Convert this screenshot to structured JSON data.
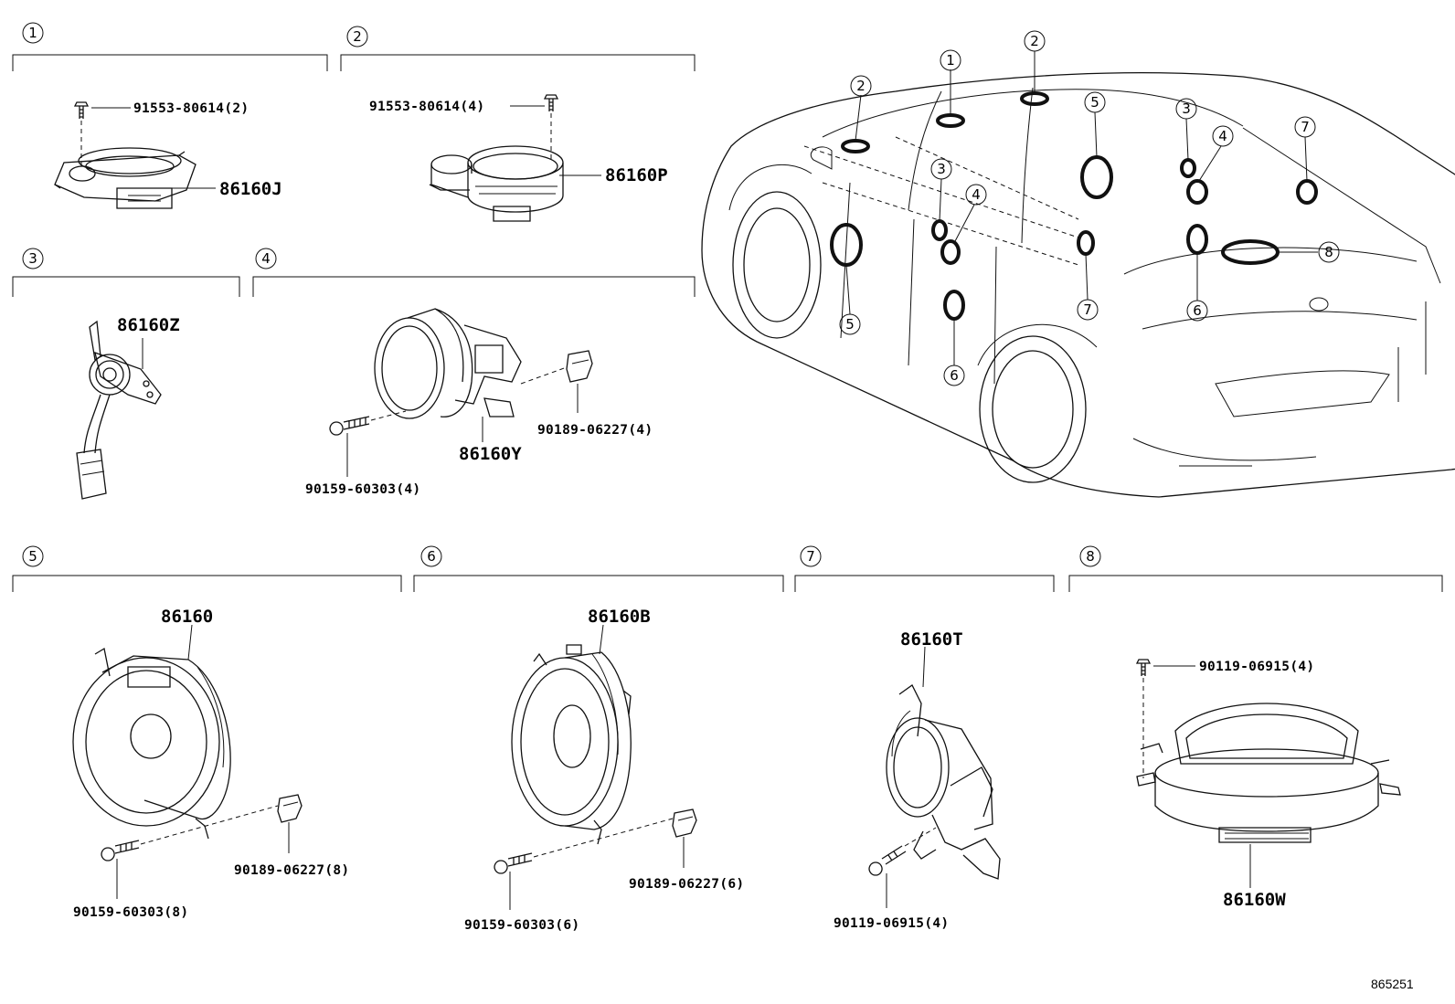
{
  "groups": [
    {
      "num": "1",
      "parts": [
        {
          "id": "86160J",
          "label": "86160J"
        },
        {
          "id": "screw",
          "label": "91553-80614(2)"
        }
      ]
    },
    {
      "num": "2",
      "parts": [
        {
          "id": "86160P",
          "label": "86160P"
        },
        {
          "id": "screw",
          "label": "91553-80614(4)"
        }
      ]
    },
    {
      "num": "3",
      "parts": [
        {
          "id": "86160Z",
          "label": "86160Z"
        }
      ]
    },
    {
      "num": "4",
      "parts": [
        {
          "id": "86160Y",
          "label": "86160Y"
        },
        {
          "id": "clip",
          "label": "90189-06227(4)"
        },
        {
          "id": "screw",
          "label": "90159-60303(4)"
        }
      ]
    },
    {
      "num": "5",
      "parts": [
        {
          "id": "86160",
          "label": "86160"
        },
        {
          "id": "clip",
          "label": "90189-06227(8)"
        },
        {
          "id": "screw",
          "label": "90159-60303(8)"
        }
      ]
    },
    {
      "num": "6",
      "parts": [
        {
          "id": "86160B",
          "label": "86160B"
        },
        {
          "id": "clip",
          "label": "90189-06227(6)"
        },
        {
          "id": "screw",
          "label": "90159-60303(6)"
        }
      ]
    },
    {
      "num": "7",
      "parts": [
        {
          "id": "86160T",
          "label": "86160T"
        },
        {
          "id": "screw",
          "label": "90119-06915(4)"
        }
      ]
    },
    {
      "num": "8",
      "parts": [
        {
          "id": "86160W",
          "label": "86160W"
        },
        {
          "id": "screw",
          "label": "90119-06915(4)"
        }
      ]
    }
  ],
  "car_callouts": [
    "2",
    "1",
    "2",
    "5",
    "3",
    "4",
    "7",
    "3",
    "4",
    "8",
    "5",
    "6",
    "7",
    "6"
  ],
  "figure_ref": "865251"
}
